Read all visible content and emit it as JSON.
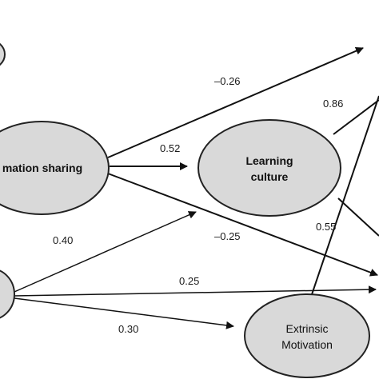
{
  "nodes": {
    "info_sharing": {
      "label": "mation sharing",
      "fill": "#d9d9d9"
    },
    "learning_culture": {
      "line1": "Learning",
      "line2": "culture",
      "fill": "#d9d9d9"
    },
    "extrinsic_motivation": {
      "line1": "Extrinsic",
      "line2": "Motivation",
      "fill": "#d9d9d9"
    },
    "top_left_partial": {
      "fill": "#d9d9d9"
    },
    "bottom_left_partial": {
      "fill": "#d9d9d9"
    }
  },
  "edges": {
    "info_to_top_right": "–0.26",
    "info_to_learning": "0.52",
    "info_to_bottom_right": "–0.25",
    "learning_to_top_right": "0.86",
    "learning_to_bottom_right": "0.55",
    "bottom_left_to_learning": "0.40",
    "bottom_left_to_right": "0.25",
    "bottom_left_to_extrinsic": "0.30"
  },
  "colors": {
    "line": "#111111",
    "node_stroke": "#222222"
  }
}
